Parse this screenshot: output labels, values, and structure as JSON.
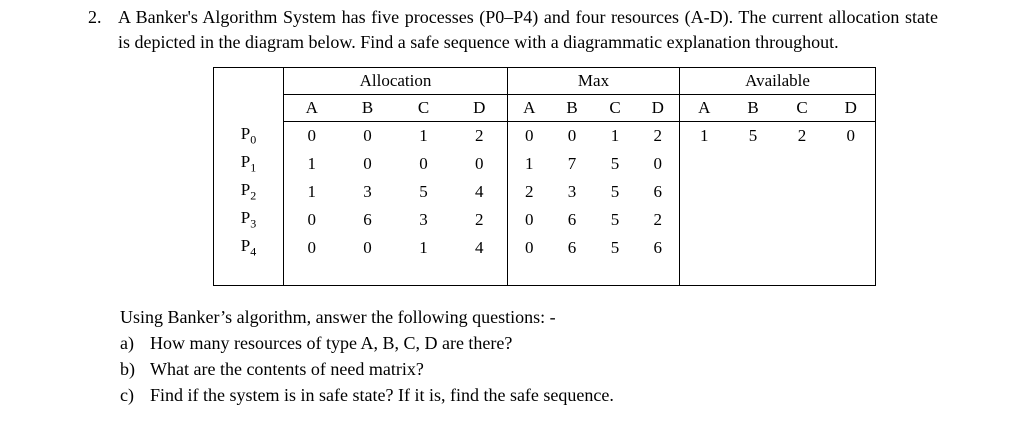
{
  "question": {
    "number": "2.",
    "text": "A Banker's Algorithm System has five processes (P0–P4) and four resources (A-D). The current allocation state is depicted in the diagram below. Find a safe sequence with a diagrammatic explanation throughout."
  },
  "table": {
    "groups": [
      {
        "label": "Allocation"
      },
      {
        "label": "Max"
      },
      {
        "label": "Available"
      }
    ],
    "resource_headers": [
      "A",
      "B",
      "C",
      "D"
    ],
    "rows": [
      {
        "process": {
          "base": "P",
          "sub": "0"
        },
        "allocation": [
          0,
          0,
          1,
          2
        ],
        "max": [
          0,
          0,
          1,
          2
        ],
        "available": [
          1,
          5,
          2,
          0
        ]
      },
      {
        "process": {
          "base": "P",
          "sub": "1"
        },
        "allocation": [
          1,
          0,
          0,
          0
        ],
        "max": [
          1,
          7,
          5,
          0
        ],
        "available": [
          "",
          "",
          "",
          ""
        ]
      },
      {
        "process": {
          "base": "P",
          "sub": "2"
        },
        "allocation": [
          1,
          3,
          5,
          4
        ],
        "max": [
          2,
          3,
          5,
          6
        ],
        "available": [
          "",
          "",
          "",
          ""
        ]
      },
      {
        "process": {
          "base": "P",
          "sub": "3"
        },
        "allocation": [
          0,
          6,
          3,
          2
        ],
        "max": [
          0,
          6,
          5,
          2
        ],
        "available": [
          "",
          "",
          "",
          ""
        ]
      },
      {
        "process": {
          "base": "P",
          "sub": "4"
        },
        "allocation": [
          0,
          0,
          1,
          4
        ],
        "max": [
          0,
          6,
          5,
          6
        ],
        "available": [
          "",
          "",
          "",
          ""
        ]
      }
    ]
  },
  "footer": {
    "intro": "Using Banker’s algorithm, answer the following questions: -",
    "items": [
      {
        "label": "a)",
        "text": "How many resources of type A, B, C, D are there?"
      },
      {
        "label": "b)",
        "text": "What are the contents of need matrix?"
      },
      {
        "label": "c)",
        "text": "Find if the system is in safe state? If it is, find the safe sequence."
      }
    ]
  }
}
